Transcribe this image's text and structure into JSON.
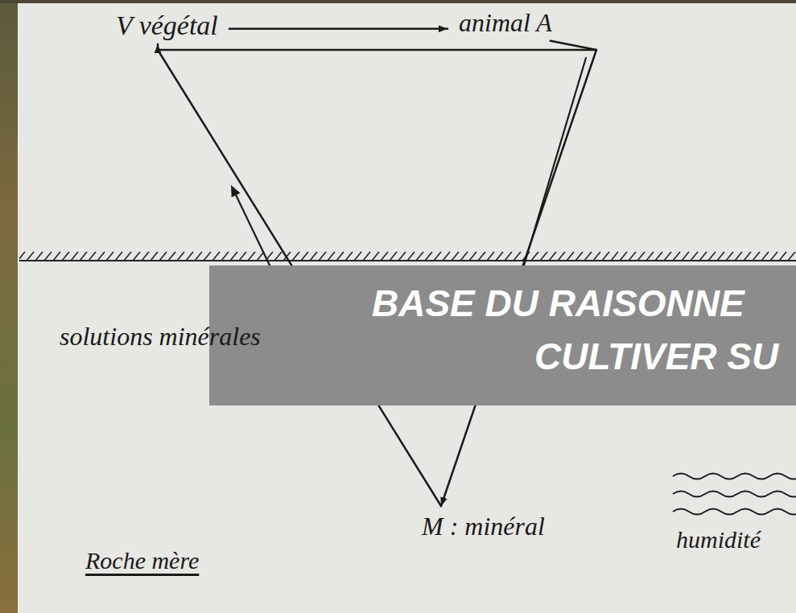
{
  "diagram": {
    "nodes": [
      {
        "text": [
          "V végétal"
        ]
      },
      {
        "text": [
          "animal A"
        ]
      },
      {
        "text": [
          "BASE DU RAISONNE",
          "CULTIVER SU"
        ]
      },
      {
        "text": [
          "M : minéral"
        ]
      }
    ],
    "edges": [
      {
        "from": 0,
        "to": 1,
        "arrow": "to"
      },
      {
        "from": 1,
        "to": 3,
        "arrow": "to"
      },
      {
        "from": 3,
        "to": 0,
        "arrow": "to"
      }
    ],
    "labels": [
      "solutions minérales",
      "Roche mère",
      "humidité"
    ]
  }
}
